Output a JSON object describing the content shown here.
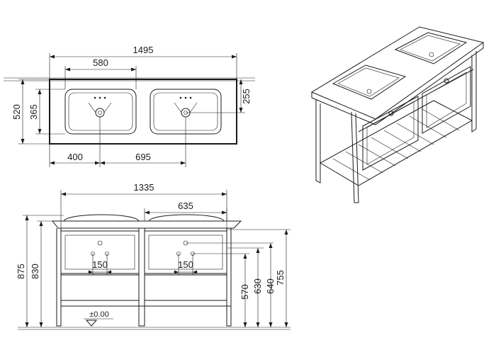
{
  "top_view": {
    "dimensions": {
      "overall_width": "1495",
      "bowl_spacing": "580",
      "overall_depth": "520",
      "bowl_depth": "365",
      "rear_offset": "255",
      "left_offset": "400",
      "bowl_span": "695"
    }
  },
  "front_view": {
    "dimensions": {
      "frame_width": "1335",
      "basin_width": "635",
      "height_total": "875",
      "height_top": "830",
      "tap_spacing_left": "150",
      "tap_spacing_right": "150",
      "h_570": "570",
      "h_630": "630",
      "h_640": "640",
      "h_755": "755",
      "floor_level": "±0.00"
    }
  }
}
